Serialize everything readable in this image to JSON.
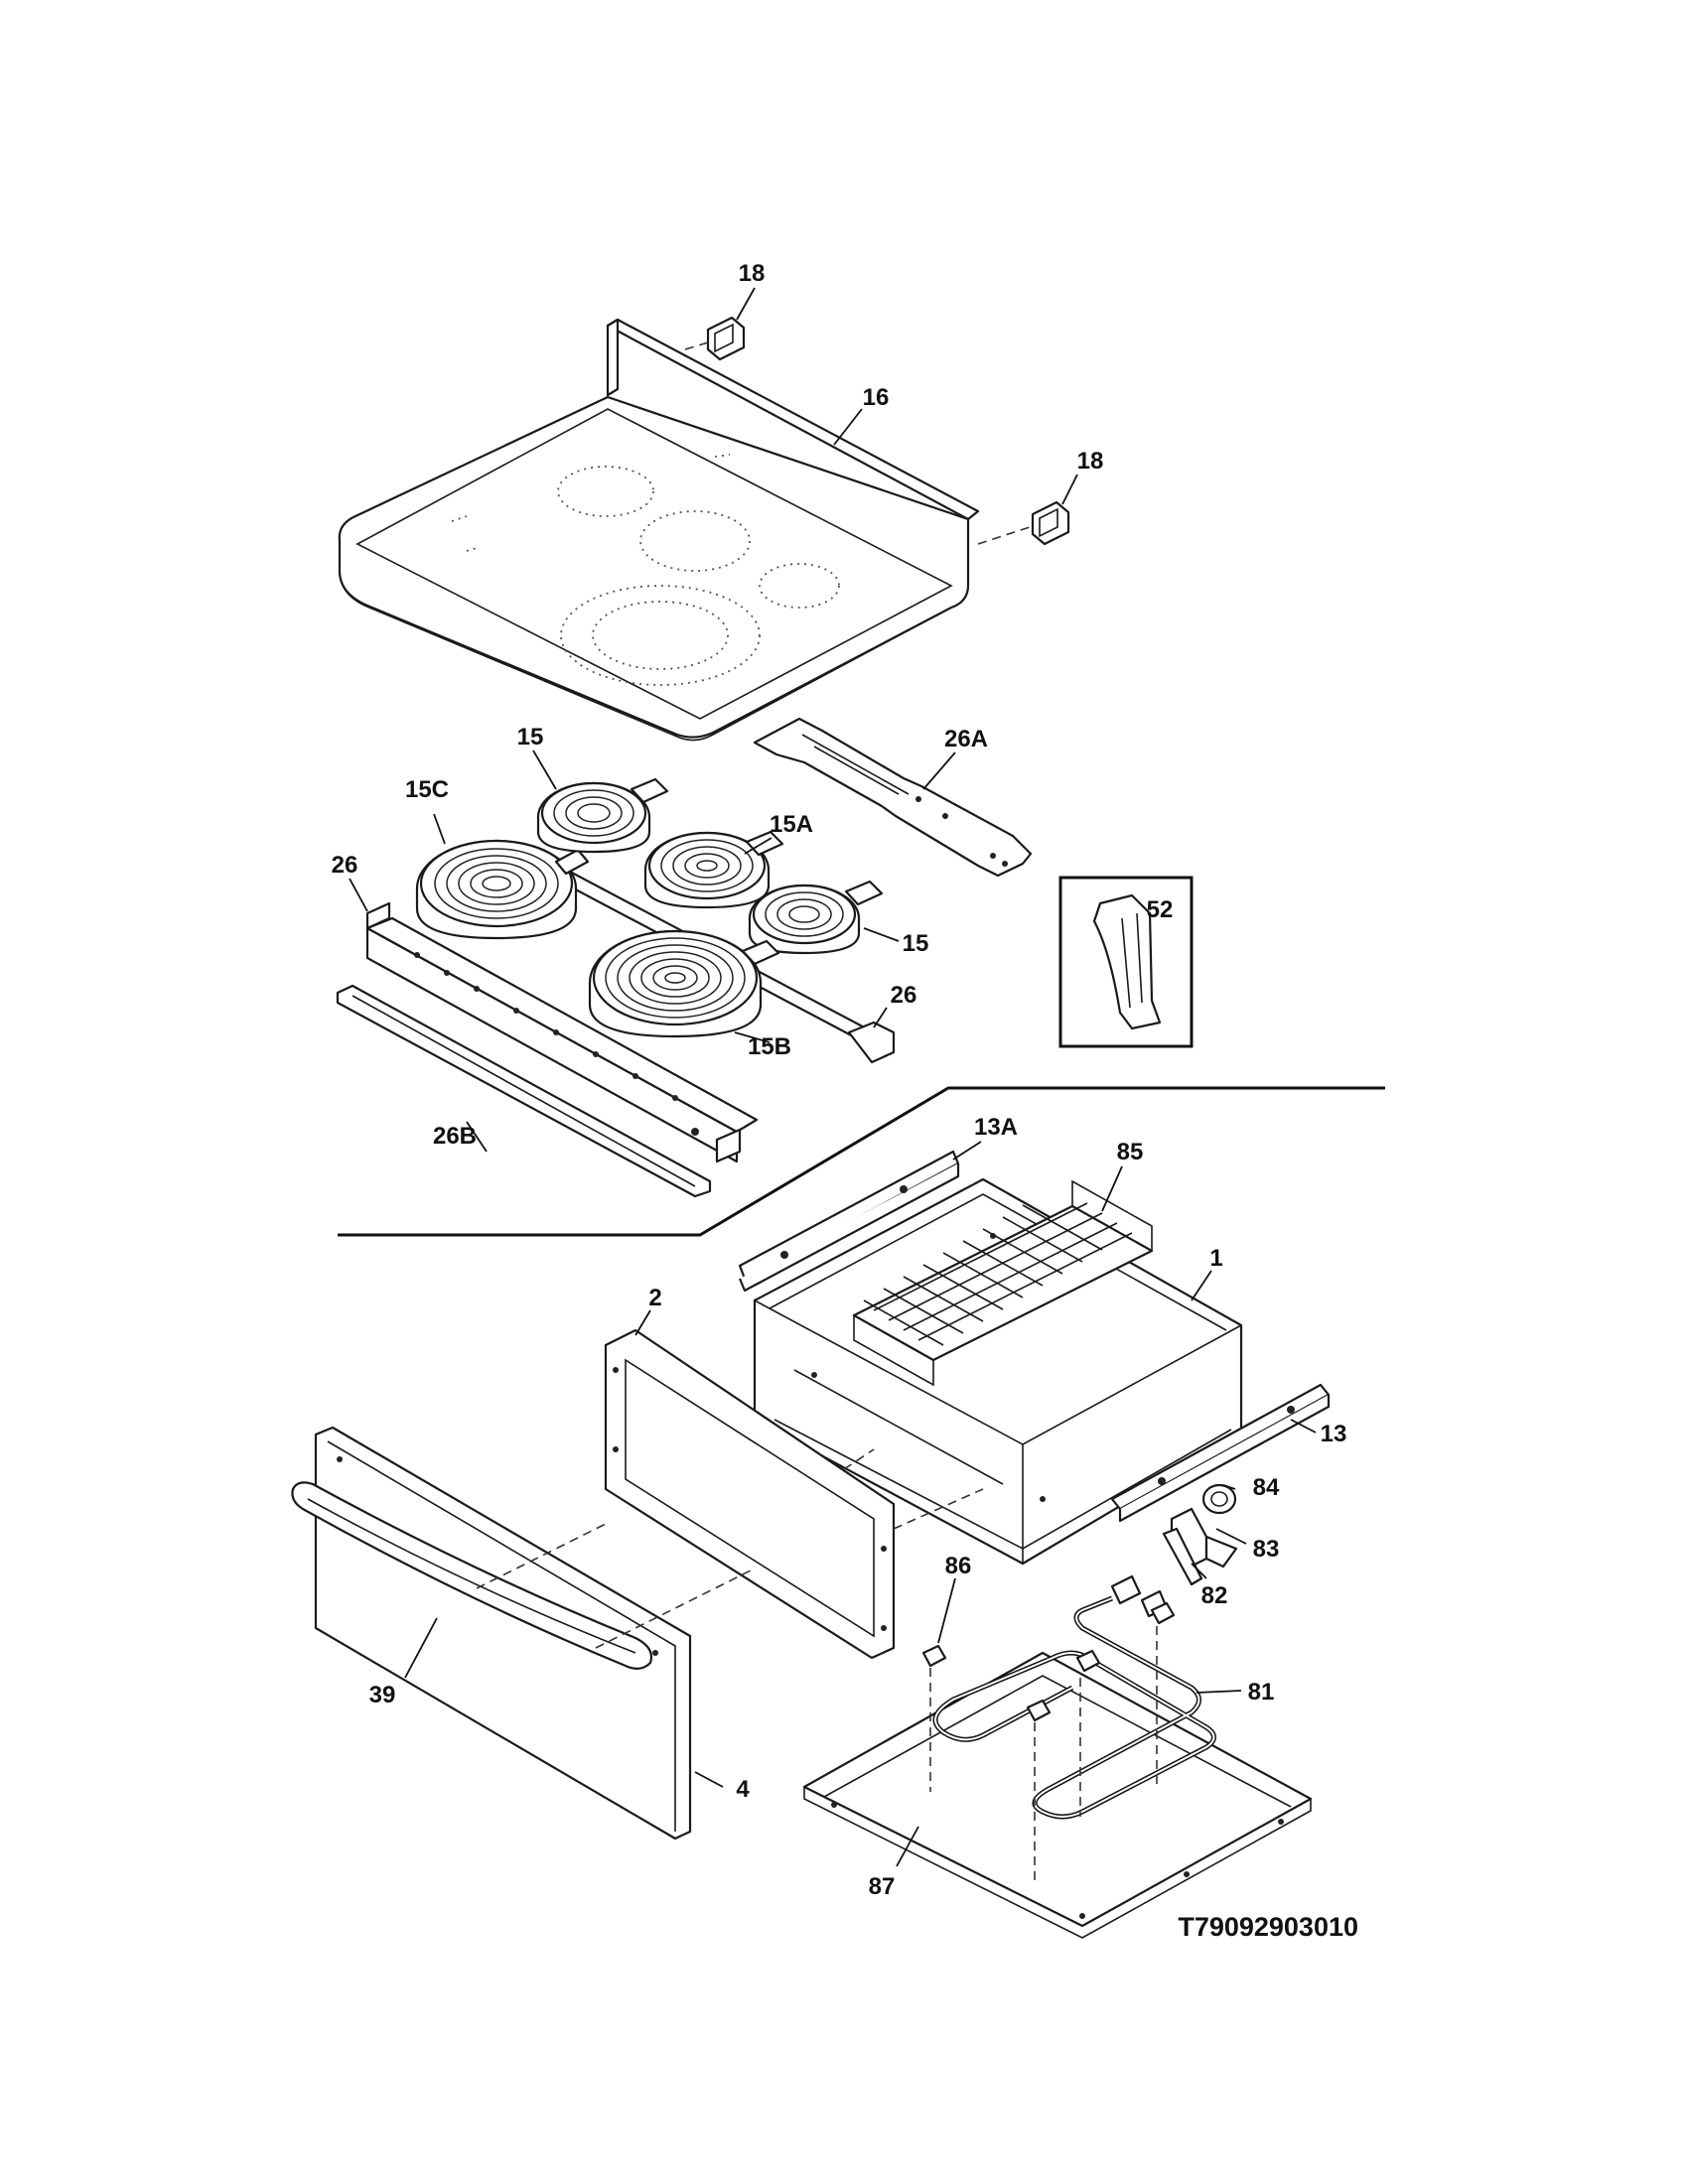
{
  "diagram_code": "T79092903010",
  "labels": {
    "p18a": "18",
    "p16": "16",
    "p18b": "18",
    "p26A": "26A",
    "p15a": "15",
    "p15C": "15C",
    "p15A": "15A",
    "p26a": "26",
    "p15b": "15",
    "p26b": "26",
    "p15B": "15B",
    "p26B": "26B",
    "p52": "52",
    "p13A": "13A",
    "p85": "85",
    "p1": "1",
    "p2": "2",
    "p13": "13",
    "p84": "84",
    "p83": "83",
    "p82": "82",
    "p86": "86",
    "p81": "81",
    "p39": "39",
    "p4": "4",
    "p87": "87"
  }
}
